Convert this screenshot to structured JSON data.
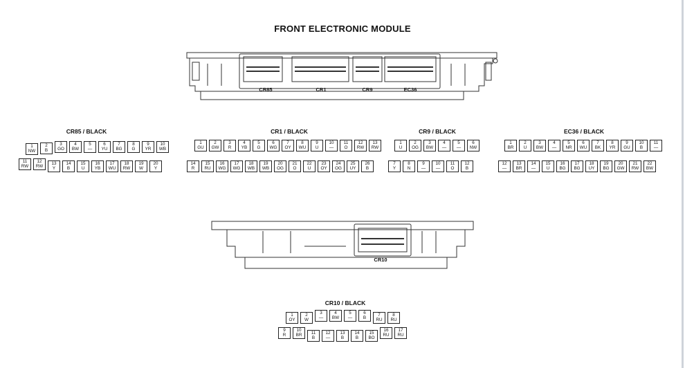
{
  "title": "FRONT ELECTRONIC MODULE",
  "module_top_labels": [
    "CR85",
    "CR1",
    "CR9",
    "EC36"
  ],
  "module_bottom_label": "CR10",
  "connectors": [
    {
      "id": "cr85",
      "title": "CR85 / BLACK",
      "row1": [
        {
          "n": "1",
          "c": "NW"
        },
        {
          "n": "2",
          "c": "B"
        },
        {
          "n": "3",
          "c": "GO"
        },
        {
          "n": "4",
          "c": "BW"
        },
        {
          "n": "5",
          "c": "—"
        },
        {
          "n": "6",
          "c": "YU"
        },
        {
          "n": "7",
          "c": "BG"
        },
        {
          "n": "8",
          "c": "G"
        },
        {
          "n": "9",
          "c": "YR"
        },
        {
          "n": "10",
          "c": "WB"
        }
      ],
      "row2": [
        {
          "n": "11",
          "c": "RW"
        },
        {
          "n": "12",
          "c": "RW"
        },
        {
          "n": "13",
          "c": "Y"
        },
        {
          "n": "14",
          "c": "B"
        },
        {
          "n": "15",
          "c": "U"
        },
        {
          "n": "16",
          "c": "YB"
        },
        {
          "n": "17",
          "c": "WU"
        },
        {
          "n": "18",
          "c": "RW"
        },
        {
          "n": "19",
          "c": "W"
        },
        {
          "n": "20",
          "c": "Y"
        }
      ]
    },
    {
      "id": "cr1",
      "title": "CR1 / BLACK",
      "row1": [
        {
          "n": "1",
          "c": "GU"
        },
        {
          "n": "2",
          "c": "GW"
        },
        {
          "n": "3",
          "c": "R"
        },
        {
          "n": "4",
          "c": "YB"
        },
        {
          "n": "5",
          "c": "G"
        },
        {
          "n": "6",
          "c": "WG"
        },
        {
          "n": "7",
          "c": "OY"
        },
        {
          "n": "8",
          "c": "WU"
        },
        {
          "n": "9",
          "c": "U"
        },
        {
          "n": "10",
          "c": "—"
        },
        {
          "n": "11",
          "c": "O"
        },
        {
          "n": "12",
          "c": "RW"
        },
        {
          "n": "13",
          "c": "RW"
        }
      ],
      "row2": [
        {
          "n": "14",
          "c": "R"
        },
        {
          "n": "15",
          "c": "RU"
        },
        {
          "n": "16",
          "c": "WG"
        },
        {
          "n": "17",
          "c": "WG"
        },
        {
          "n": "18",
          "c": "WB"
        },
        {
          "n": "19",
          "c": "WB"
        },
        {
          "n": "20",
          "c": "OG"
        },
        {
          "n": "21",
          "c": "O"
        },
        {
          "n": "22",
          "c": "U"
        },
        {
          "n": "23",
          "c": "OY"
        },
        {
          "n": "24",
          "c": "OG"
        },
        {
          "n": "25",
          "c": "UY"
        },
        {
          "n": "26",
          "c": "B"
        }
      ]
    },
    {
      "id": "cr9",
      "title": "CR9 / BLACK",
      "row1": [
        {
          "n": "1",
          "c": "U"
        },
        {
          "n": "2",
          "c": "OG"
        },
        {
          "n": "3",
          "c": "BW"
        },
        {
          "n": "4",
          "c": "—"
        },
        {
          "n": "5",
          "c": "—"
        },
        {
          "n": "6",
          "c": "NW"
        }
      ],
      "row2": [
        {
          "n": "7",
          "c": "Y"
        },
        {
          "n": "8",
          "c": "N"
        },
        {
          "n": "9",
          "c": "—"
        },
        {
          "n": "10",
          "c": "—"
        },
        {
          "n": "11",
          "c": "O"
        },
        {
          "n": "12",
          "c": "B"
        }
      ]
    },
    {
      "id": "ec36",
      "title": "EC36 / BLACK",
      "row1": [
        {
          "n": "1",
          "c": "BR"
        },
        {
          "n": "2",
          "c": "U"
        },
        {
          "n": "3",
          "c": "BW"
        },
        {
          "n": "4",
          "c": "—"
        },
        {
          "n": "5",
          "c": "NR"
        },
        {
          "n": "6",
          "c": "WU"
        },
        {
          "n": "7",
          "c": "BK"
        },
        {
          "n": "8",
          "c": "YR"
        },
        {
          "n": "9",
          "c": "GU"
        },
        {
          "n": "10",
          "c": "B"
        },
        {
          "n": "11",
          "c": "—"
        }
      ],
      "row2": [
        {
          "n": "12",
          "c": "—"
        },
        {
          "n": "13",
          "c": "BR"
        },
        {
          "n": "14",
          "c": "—"
        },
        {
          "n": "15",
          "c": "U"
        },
        {
          "n": "16",
          "c": "BG"
        },
        {
          "n": "17",
          "c": "BG"
        },
        {
          "n": "18",
          "c": "UY"
        },
        {
          "n": "19",
          "c": "BG"
        },
        {
          "n": "20",
          "c": "GW"
        },
        {
          "n": "21",
          "c": "RW"
        },
        {
          "n": "22",
          "c": "BW"
        }
      ]
    },
    {
      "id": "cr10",
      "title": "CR10 / BLACK",
      "row1": [
        {
          "n": "1",
          "c": "OY"
        },
        {
          "n": "2",
          "c": "W"
        },
        {
          "n": "3",
          "c": "—"
        },
        {
          "n": "4",
          "c": "BW"
        },
        {
          "n": "5",
          "c": "—"
        },
        {
          "n": "6",
          "c": "B"
        },
        {
          "n": "7",
          "c": "RU"
        },
        {
          "n": "8",
          "c": "RU"
        }
      ],
      "row2": [
        {
          "n": "9",
          "c": "R"
        },
        {
          "n": "10",
          "c": "BR"
        },
        {
          "n": "11",
          "c": "B"
        },
        {
          "n": "12",
          "c": "—"
        },
        {
          "n": "13",
          "c": "B"
        },
        {
          "n": "14",
          "c": "B"
        },
        {
          "n": "15",
          "c": "BO"
        },
        {
          "n": "16",
          "c": "RU"
        },
        {
          "n": "17",
          "c": "RU"
        }
      ]
    }
  ]
}
